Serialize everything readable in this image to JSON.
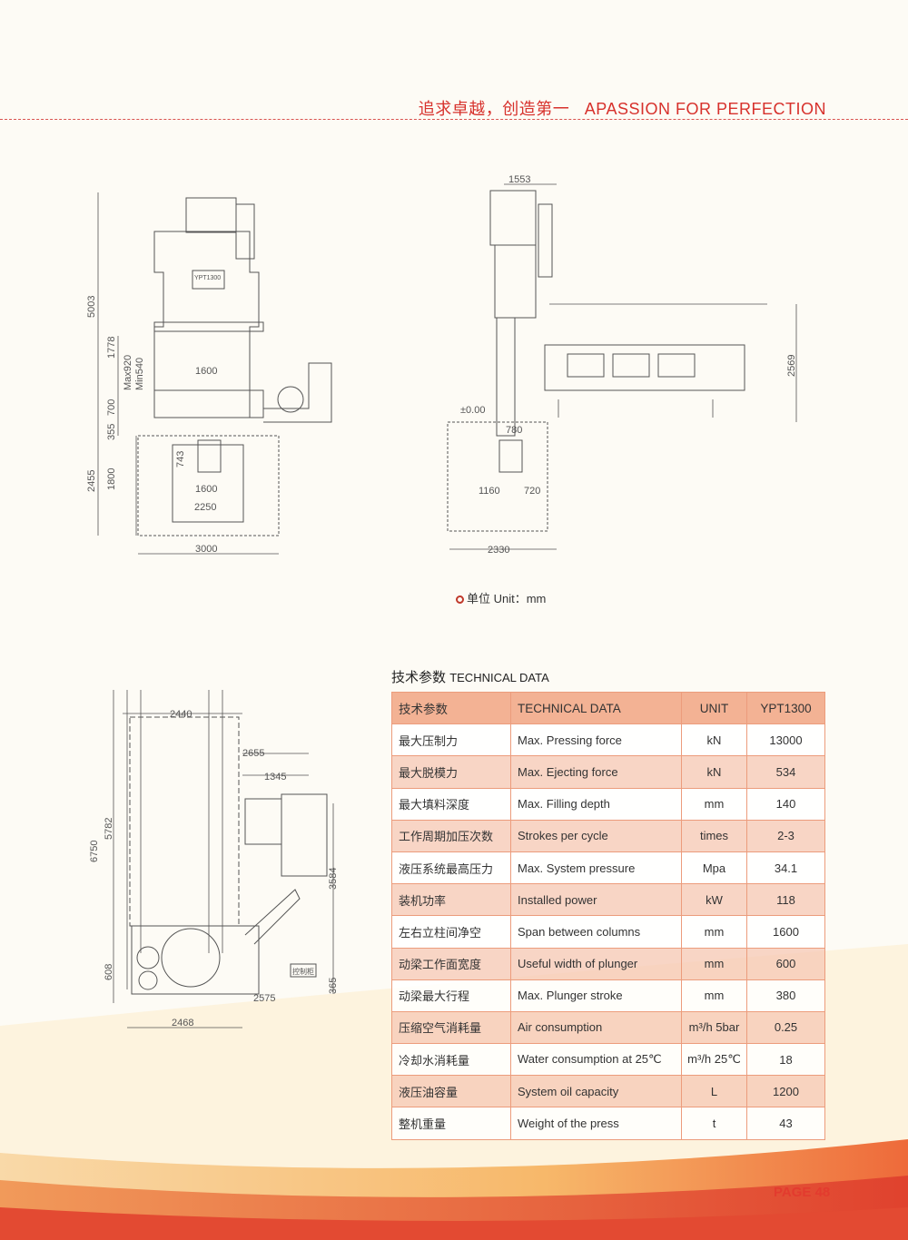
{
  "header": {
    "slogan_cn": "追求卓越，创造第一",
    "slogan_en": "APASSION FOR PERFECTION"
  },
  "drawing_front": {
    "model_plate": "YPT1300",
    "dims": [
      "5003",
      "1778",
      "Max920",
      "Min540",
      "1600",
      "700",
      "355",
      "2455",
      "1800",
      "743",
      "1600",
      "2250",
      "3000"
    ]
  },
  "drawing_side": {
    "dims": [
      "1553",
      "2569",
      "±0.00",
      "780",
      "1160",
      "720",
      "2330"
    ]
  },
  "drawing_top": {
    "dims": [
      "2440",
      "2655",
      "1345",
      "6750",
      "5782",
      "3584",
      "608",
      "365",
      "2575",
      "2468"
    ],
    "control_cabinet": "控制柜"
  },
  "unit_note": "单位 Unit：mm",
  "technical": {
    "title_cn": "技术参数",
    "title_en": "TECHNICAL DATA",
    "headers": [
      "技术参数",
      "TECHNICAL DATA",
      "UNIT",
      "YPT1300"
    ],
    "rows": [
      [
        "最大压制力",
        "Max. Pressing force",
        "kN",
        "13000"
      ],
      [
        "最大脱模力",
        "Max. Ejecting force",
        "kN",
        "534"
      ],
      [
        "最大填料深度",
        "Max. Filling depth",
        "mm",
        "140"
      ],
      [
        "工作周期加压次数",
        "Strokes per cycle",
        "times",
        "2-3"
      ],
      [
        "液压系统最高压力",
        "Max. System pressure",
        "Mpa",
        "34.1"
      ],
      [
        "装机功率",
        "Installed power",
        "kW",
        "118"
      ],
      [
        "左右立柱间净空",
        "Span between columns",
        "mm",
        "1600"
      ],
      [
        "动梁工作面宽度",
        "Useful width of plunger",
        "mm",
        "600"
      ],
      [
        "动梁最大行程",
        "Max. Plunger stroke",
        "mm",
        "380"
      ],
      [
        "压缩空气消耗量",
        "Air consumption",
        "m³/h 5bar",
        "0.25"
      ],
      [
        "冷却水消耗量",
        "Water consumption at 25℃",
        "m³/h 25℃",
        "18"
      ],
      [
        "液压油容量",
        "System oil capacity",
        "L",
        "1200"
      ],
      [
        "整机重量",
        "Weight of the press",
        "t",
        "43"
      ]
    ]
  },
  "footer": {
    "page": "PAGE 48"
  }
}
